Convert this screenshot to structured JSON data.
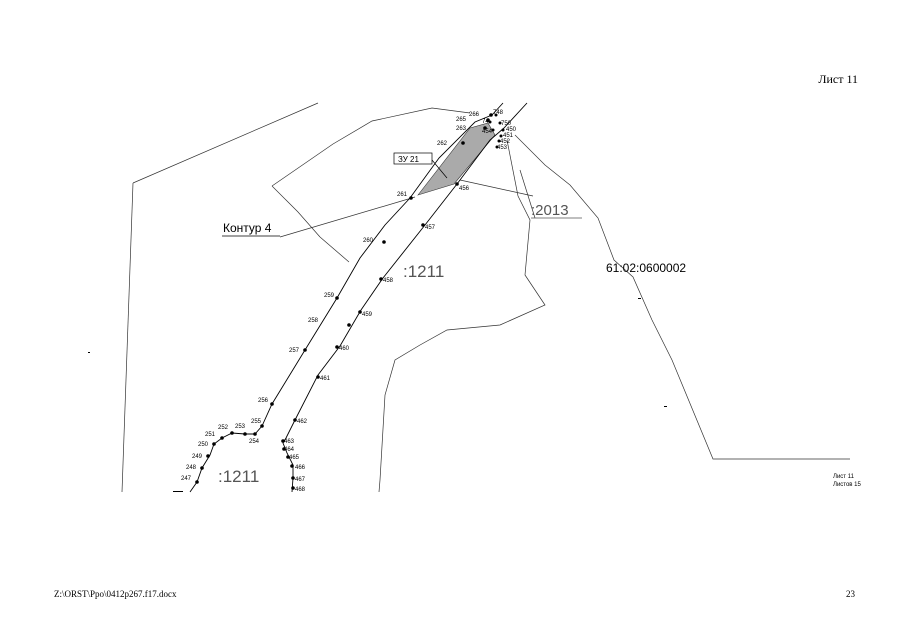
{
  "header": {
    "sheet_title": "Лист 11"
  },
  "footer": {
    "file_path": "Z:\\ORST\\Ppo\\0412p267.f17.docx",
    "page_number": "23"
  },
  "map": {
    "labels": {
      "zu": "ЗУ 21",
      "contour": "Контур 4",
      "cadastral_block": "61:02:0600002",
      "parcel_2013": ":2013",
      "parcel_1211_upper": ":1211",
      "parcel_1211_lower": ":1211"
    },
    "stamp": {
      "sheet": "Лист 11",
      "sheets_total": "Листов 15"
    },
    "left_line_points": [
      "247",
      "248",
      "249",
      "250",
      "251",
      "252",
      "253",
      "254",
      "255",
      "256",
      "257",
      "258",
      "259",
      "260",
      "261",
      "262",
      "263",
      "265",
      "266"
    ],
    "right_line_points": [
      "456",
      "457",
      "458",
      "459",
      "460",
      "461",
      "462",
      "463",
      "464",
      "465",
      "466",
      "467",
      "468"
    ],
    "top_cluster_points": [
      "74",
      "748",
      "750",
      "450",
      "451",
      "452",
      "453",
      "454"
    ]
  }
}
